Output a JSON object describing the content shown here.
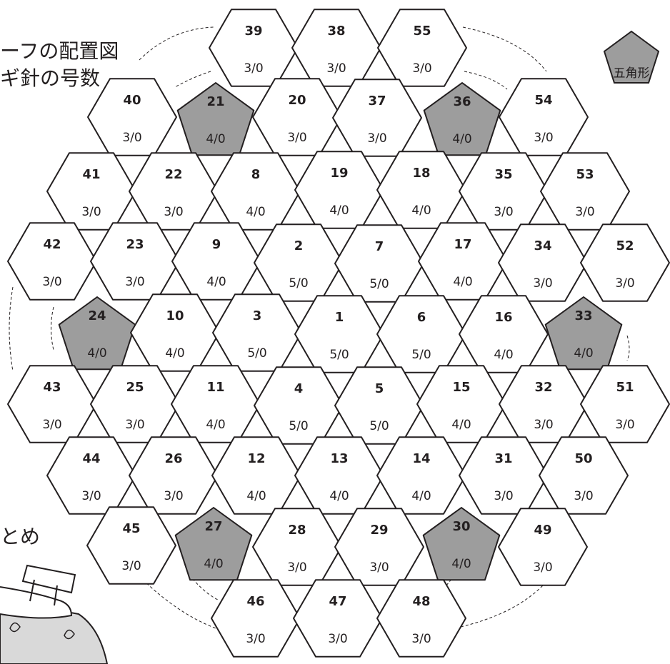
{
  "title_fragments": {
    "line1": "ーフの配置図",
    "line2": "ギ針の号数",
    "line3": "とめ"
  },
  "legend": {
    "label": "五角形",
    "fill": "#9d9d9d"
  },
  "colors": {
    "line": "#231f20",
    "pentagon_fill": "#9d9d9d",
    "background": "#ffffff"
  },
  "cells": [
    {
      "num": "39",
      "size": "3/0",
      "shape": "hexagon"
    },
    {
      "num": "38",
      "size": "3/0",
      "shape": "hexagon"
    },
    {
      "num": "55",
      "size": "3/0",
      "shape": "hexagon"
    },
    {
      "num": "40",
      "size": "3/0",
      "shape": "hexagon"
    },
    {
      "num": "21",
      "size": "4/0",
      "shape": "pentagon"
    },
    {
      "num": "20",
      "size": "3/0",
      "shape": "hexagon"
    },
    {
      "num": "37",
      "size": "3/0",
      "shape": "hexagon"
    },
    {
      "num": "36",
      "size": "4/0",
      "shape": "pentagon"
    },
    {
      "num": "54",
      "size": "3/0",
      "shape": "hexagon"
    },
    {
      "num": "41",
      "size": "3/0",
      "shape": "hexagon"
    },
    {
      "num": "22",
      "size": "3/0",
      "shape": "hexagon"
    },
    {
      "num": "8",
      "size": "4/0",
      "shape": "hexagon"
    },
    {
      "num": "19",
      "size": "4/0",
      "shape": "hexagon"
    },
    {
      "num": "18",
      "size": "4/0",
      "shape": "hexagon"
    },
    {
      "num": "35",
      "size": "3/0",
      "shape": "hexagon"
    },
    {
      "num": "53",
      "size": "3/0",
      "shape": "hexagon"
    },
    {
      "num": "42",
      "size": "3/0",
      "shape": "hexagon"
    },
    {
      "num": "23",
      "size": "3/0",
      "shape": "hexagon"
    },
    {
      "num": "9",
      "size": "4/0",
      "shape": "hexagon"
    },
    {
      "num": "2",
      "size": "5/0",
      "shape": "hexagon"
    },
    {
      "num": "7",
      "size": "5/0",
      "shape": "hexagon"
    },
    {
      "num": "17",
      "size": "4/0",
      "shape": "hexagon"
    },
    {
      "num": "34",
      "size": "3/0",
      "shape": "hexagon"
    },
    {
      "num": "52",
      "size": "3/0",
      "shape": "hexagon"
    },
    {
      "num": "24",
      "size": "4/0",
      "shape": "pentagon"
    },
    {
      "num": "10",
      "size": "4/0",
      "shape": "hexagon"
    },
    {
      "num": "3",
      "size": "5/0",
      "shape": "hexagon"
    },
    {
      "num": "1",
      "size": "5/0",
      "shape": "hexagon"
    },
    {
      "num": "6",
      "size": "5/0",
      "shape": "hexagon"
    },
    {
      "num": "16",
      "size": "4/0",
      "shape": "hexagon"
    },
    {
      "num": "33",
      "size": "4/0",
      "shape": "pentagon"
    },
    {
      "num": "43",
      "size": "3/0",
      "shape": "hexagon"
    },
    {
      "num": "25",
      "size": "3/0",
      "shape": "hexagon"
    },
    {
      "num": "11",
      "size": "4/0",
      "shape": "hexagon"
    },
    {
      "num": "4",
      "size": "5/0",
      "shape": "hexagon"
    },
    {
      "num": "5",
      "size": "5/0",
      "shape": "hexagon"
    },
    {
      "num": "15",
      "size": "4/0",
      "shape": "hexagon"
    },
    {
      "num": "32",
      "size": "3/0",
      "shape": "hexagon"
    },
    {
      "num": "51",
      "size": "3/0",
      "shape": "hexagon"
    },
    {
      "num": "44",
      "size": "3/0",
      "shape": "hexagon"
    },
    {
      "num": "26",
      "size": "3/0",
      "shape": "hexagon"
    },
    {
      "num": "12",
      "size": "4/0",
      "shape": "hexagon"
    },
    {
      "num": "13",
      "size": "4/0",
      "shape": "hexagon"
    },
    {
      "num": "14",
      "size": "4/0",
      "shape": "hexagon"
    },
    {
      "num": "31",
      "size": "3/0",
      "shape": "hexagon"
    },
    {
      "num": "50",
      "size": "3/0",
      "shape": "hexagon"
    },
    {
      "num": "45",
      "size": "3/0",
      "shape": "hexagon"
    },
    {
      "num": "27",
      "size": "4/0",
      "shape": "pentagon"
    },
    {
      "num": "28",
      "size": "3/0",
      "shape": "hexagon"
    },
    {
      "num": "29",
      "size": "3/0",
      "shape": "hexagon"
    },
    {
      "num": "30",
      "size": "4/0",
      "shape": "pentagon"
    },
    {
      "num": "49",
      "size": "3/0",
      "shape": "hexagon"
    },
    {
      "num": "46",
      "size": "3/0",
      "shape": "hexagon"
    },
    {
      "num": "47",
      "size": "3/0",
      "shape": "hexagon"
    },
    {
      "num": "48",
      "size": "3/0",
      "shape": "hexagon"
    }
  ]
}
